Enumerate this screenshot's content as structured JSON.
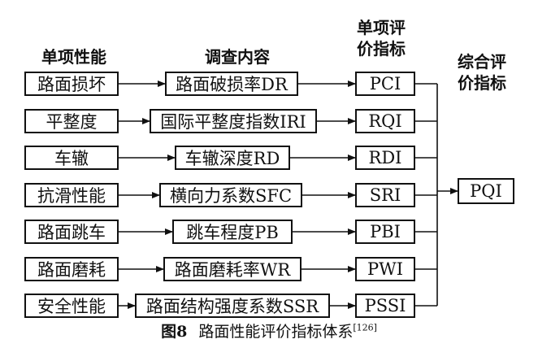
{
  "headers": {
    "performance": "单项性能",
    "survey": "调查内容",
    "single_index": [
      "单项评",
      "价指标"
    ],
    "composite_index": [
      "综合评",
      "价指标"
    ]
  },
  "rows": [
    {
      "performance": "路面损坏",
      "survey": "路面破损率DR",
      "index": "PCI"
    },
    {
      "performance": "平整度",
      "survey": "国际平整度指数IRI",
      "index": "RQI"
    },
    {
      "performance": "车辙",
      "survey": "车辙深度RD",
      "index": "RDI"
    },
    {
      "performance": "抗滑性能",
      "survey": "横向力系数SFC",
      "index": "SRI"
    },
    {
      "performance": "路面跳车",
      "survey": "跳车程度PB",
      "index": "PBI"
    },
    {
      "performance": "路面磨耗",
      "survey": "路面磨耗率WR",
      "index": "PWI"
    },
    {
      "performance": "安全性能",
      "survey": "路面结构强度系数SSR",
      "index": "PSSI"
    }
  ],
  "composite": "PQI",
  "caption": {
    "figure": "图8",
    "title": "路面性能评价指标体系",
    "ref": "[126]"
  },
  "colors": {
    "line": "#111111",
    "box_border": "#111111",
    "background": "#ffffff"
  }
}
